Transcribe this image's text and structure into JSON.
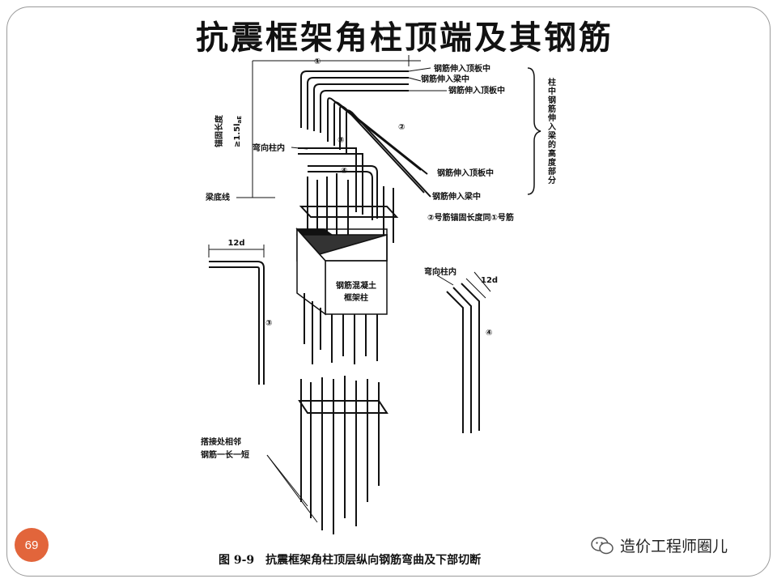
{
  "slide": {
    "title": "抗震框架角柱顶端及其钢筋",
    "page_number": "69",
    "watermark_text": "造价工程师圈儿",
    "accent_color": "#e2653b"
  },
  "figure": {
    "caption": "图 9-9　抗震框架角柱顶层纵向钢筋弯曲及下部切断",
    "labels": {
      "bar_top_slab_1": "钢筋伸入顶板中",
      "bar_beam_1": "钢筋伸入梁中",
      "bar_top_slab_2": "钢筋伸入顶板中",
      "anchor_length": "锚固长度",
      "anchor_value": "≥1.5l",
      "anchor_sub": "aE",
      "bend_inward_top": "弯向柱内",
      "beam_bottom_line": "梁底线",
      "bar_top_slab_3": "钢筋伸入顶板中",
      "bar_beam_2": "钢筋伸入梁中",
      "note_bar2": "②号筋锚固长度同①号筋",
      "bracket_text": "柱中钢筋伸入梁的高度部分",
      "dim_12d_left": "12d",
      "column_line1": "钢筋混凝土",
      "column_line2": "框架柱",
      "bend_inward_right": "弯向柱内",
      "dim_12d_right": "12d",
      "lap_line1": "搭接处相邻",
      "lap_line2": "钢筋一长一短"
    },
    "markers": {
      "m1": "①",
      "m2": "②",
      "m3_top": "③",
      "m4_top": "④",
      "m3_left": "③",
      "m4_right": "④"
    }
  }
}
